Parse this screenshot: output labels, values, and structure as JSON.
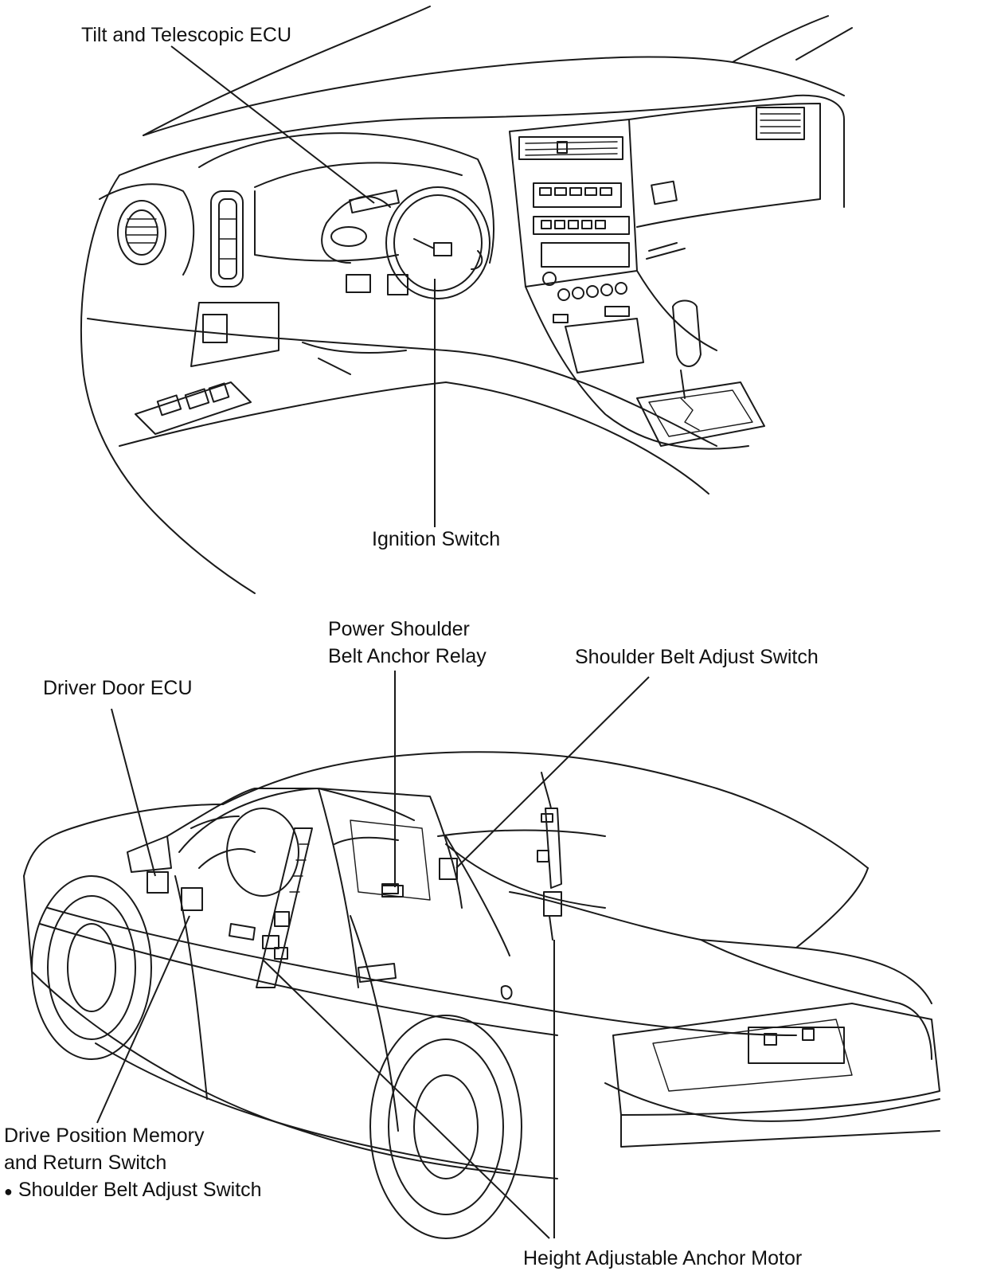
{
  "labels": {
    "tilt_ecu": "Tilt and Telescopic ECU",
    "ignition_switch": "Ignition Switch",
    "power_relay_line1": "Power Shoulder",
    "power_relay_line2": "Belt Anchor Relay",
    "shoulder_belt_switch": "Shoulder Belt Adjust Switch",
    "driver_door_ecu": "Driver Door ECU",
    "drive_memory_line1": "Drive Position Memory",
    "drive_memory_line2": "and Return Switch",
    "drive_memory_bullet": "●",
    "drive_memory_line3": "Shoulder Belt Adjust Switch",
    "anchor_motor": "Height Adjustable Anchor Motor"
  },
  "colors": {
    "ink": "#1a1a1a",
    "background": "#ffffff"
  }
}
